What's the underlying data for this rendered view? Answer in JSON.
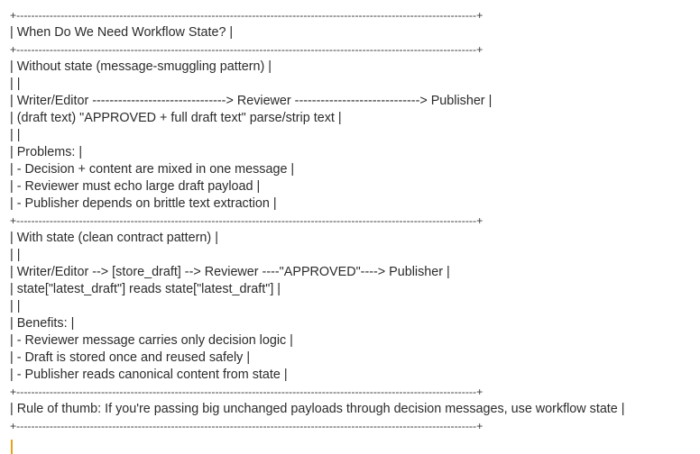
{
  "lines": [
    {
      "kind": "border",
      "text": "+-----------------------------------------------------------------------------------------------------------------------------+"
    },
    {
      "kind": "text",
      "text": "| When Do We Need Workflow State? |"
    },
    {
      "kind": "border",
      "text": "+-----------------------------------------------------------------------------------------------------------------------------+"
    },
    {
      "kind": "text",
      "text": "| Without state (message-smuggling pattern) |"
    },
    {
      "kind": "text",
      "text": "| |"
    },
    {
      "kind": "text",
      "text": "| Writer/Editor -------------------------------> Reviewer -----------------------------> Publisher |"
    },
    {
      "kind": "text",
      "text": "| (draft text) \"APPROVED + full draft text\" parse/strip text |"
    },
    {
      "kind": "text",
      "text": "| |"
    },
    {
      "kind": "text",
      "text": "| Problems: |"
    },
    {
      "kind": "text",
      "text": "| - Decision + content are mixed in one message |"
    },
    {
      "kind": "text",
      "text": "| - Reviewer must echo large draft payload |"
    },
    {
      "kind": "text",
      "text": "| - Publisher depends on brittle text extraction |"
    },
    {
      "kind": "border",
      "text": "+-----------------------------------------------------------------------------------------------------------------------------+"
    },
    {
      "kind": "text",
      "text": "| With state (clean contract pattern) |"
    },
    {
      "kind": "text",
      "text": "| |"
    },
    {
      "kind": "text",
      "text": "| Writer/Editor --> [store_draft] --> Reviewer ----\"APPROVED\"----> Publisher |"
    },
    {
      "kind": "text",
      "text": "| state[\"latest_draft\"] reads state[\"latest_draft\"] |"
    },
    {
      "kind": "text",
      "text": "| |"
    },
    {
      "kind": "text",
      "text": "| Benefits: |"
    },
    {
      "kind": "text",
      "text": "| - Reviewer message carries only decision logic |"
    },
    {
      "kind": "text",
      "text": "| - Draft is stored once and reused safely |"
    },
    {
      "kind": "text",
      "text": "| - Publisher reads canonical content from state |"
    },
    {
      "kind": "border",
      "text": "+-----------------------------------------------------------------------------------------------------------------------------+"
    },
    {
      "kind": "text",
      "text": "| Rule of thumb: If you're passing big unchanged payloads through decision messages, use workflow state |"
    },
    {
      "kind": "border",
      "text": "+-----------------------------------------------------------------------------------------------------------------------------+"
    }
  ],
  "colors": {
    "text": "#2b2b2b",
    "cursor": "#e8a21a"
  }
}
